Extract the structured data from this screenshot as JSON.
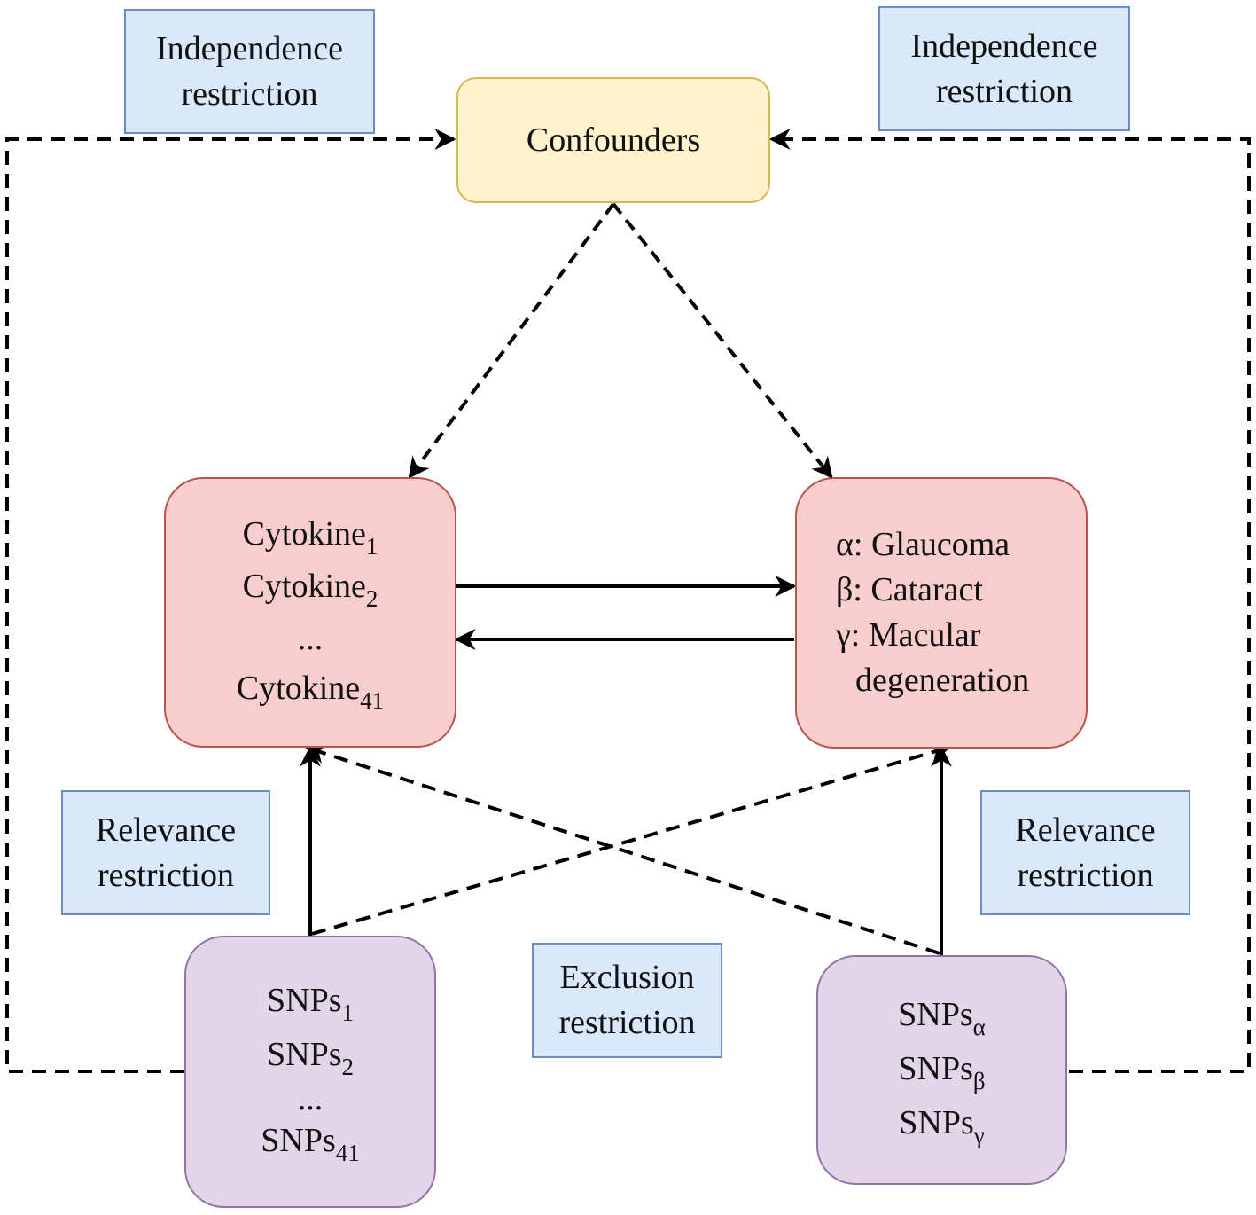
{
  "labels": {
    "independence_left": [
      "Independence",
      "restriction"
    ],
    "independence_right": [
      "Independence",
      "restriction"
    ],
    "relevance_left": [
      "Relevance",
      "restriction"
    ],
    "relevance_right": [
      "Relevance",
      "restriction"
    ],
    "exclusion": [
      "Exclusion",
      "restriction"
    ]
  },
  "confounders": "Confounders",
  "cytokines": [
    {
      "base": "Cytokine",
      "sub": "1"
    },
    {
      "base": "Cytokine",
      "sub": "2"
    },
    {
      "base": "...",
      "sub": ""
    },
    {
      "base": "Cytokine",
      "sub": "41"
    }
  ],
  "diseases": [
    "α: Glaucoma",
    "β: Cataract",
    "γ: Macular",
    "degeneration"
  ],
  "snps_cytokine": [
    {
      "base": "SNPs",
      "sub": "1"
    },
    {
      "base": "SNPs",
      "sub": "2"
    },
    {
      "base": "...",
      "sub": ""
    },
    {
      "base": "SNPs",
      "sub": "41"
    }
  ],
  "snps_disease": [
    {
      "base": "SNPs",
      "sub": "α"
    },
    {
      "base": "SNPs",
      "sub": "β"
    },
    {
      "base": "SNPs",
      "sub": "γ"
    }
  ],
  "colors": {
    "label_fill": "#dae8fc",
    "label_stroke": "#6c8ebf",
    "confounder_fill": "#fff2cc",
    "confounder_stroke": "#d6b656",
    "node_fill": "#f8cecc",
    "node_stroke": "#b85450",
    "snp_fill": "#e1d5e7",
    "snp_stroke": "#9673a6"
  }
}
